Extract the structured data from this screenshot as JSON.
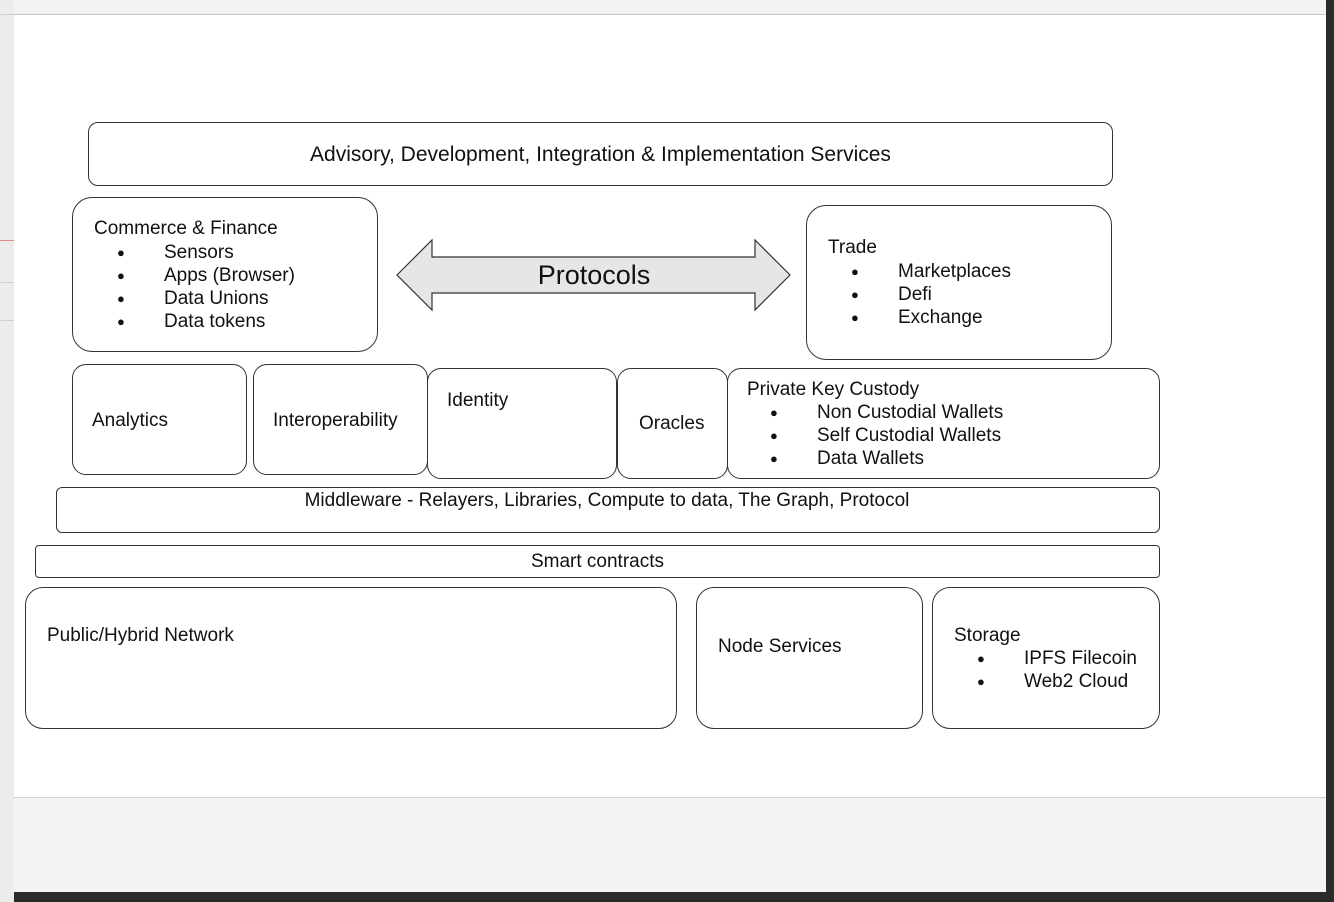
{
  "advisory": {
    "label": "Advisory, Development, Integration & Implementation Services"
  },
  "commerce": {
    "title": "Commerce & Finance",
    "items": [
      "Sensors",
      "Apps (Browser)",
      "Data Unions",
      "Data tokens"
    ]
  },
  "protocols": {
    "label": "Protocols"
  },
  "trade": {
    "title": "Trade",
    "items": [
      "Marketplaces",
      "Defi",
      "Exchange"
    ]
  },
  "analytics": {
    "label": "Analytics"
  },
  "interoperability": {
    "label": "Interoperability"
  },
  "identity": {
    "label": "Identity"
  },
  "oracles": {
    "label": "Oracles"
  },
  "custody": {
    "title": "Private Key Custody",
    "items": [
      "Non Custodial Wallets",
      "Self Custodial Wallets",
      "Data Wallets"
    ]
  },
  "middleware": {
    "label": "Middleware - Relayers, Libraries, Compute to data, The Graph, Protocol"
  },
  "smart_contracts": {
    "label": "Smart contracts"
  },
  "network": {
    "label": "Public/Hybrid Network"
  },
  "node_services": {
    "label": "Node Services"
  },
  "storage": {
    "title": "Storage",
    "items": [
      "IPFS Filecoin",
      "Web2 Cloud"
    ]
  },
  "colors": {
    "arrow_fill": "#e6e6e6",
    "border": "#333333",
    "canvas": "#ffffff",
    "backdrop": "#2b2b2b"
  }
}
